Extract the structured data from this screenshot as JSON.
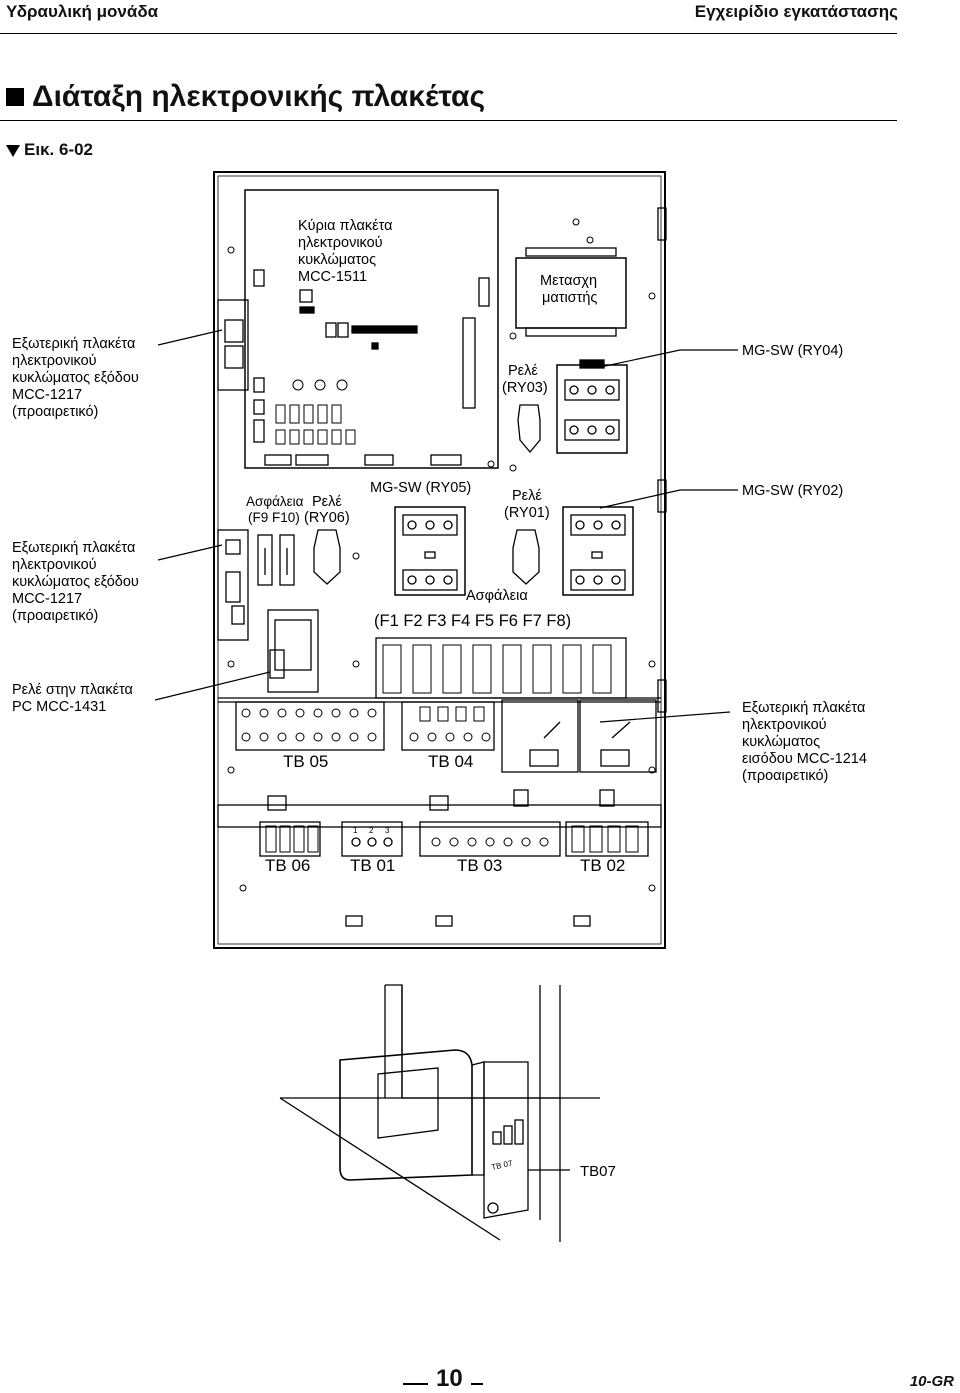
{
  "header": {
    "left": "Υδραυλική μονάδα",
    "right": "Εγχειρίδιο εγκατάστασης"
  },
  "section_title": "Διάταξη ηλεκτρονικής πλακέτας",
  "figure_label": "Εικ. 6-02",
  "labels": {
    "main_pcb": [
      "Κύρια πλακέτα",
      "ηλεκτρονικού",
      "κυκλώματος",
      "MCC-1511"
    ],
    "transformer": [
      "Μετασχη",
      "ματιστής"
    ],
    "ext_out_1": [
      "Εξωτερική πλακέτα",
      "ηλεκτρονικού",
      "κυκλώματος εξόδου",
      "MCC-1217",
      "(προαιρετικό)"
    ],
    "ext_out_2": [
      "Εξωτερική πλακέτα",
      "ηλεκτρονικού",
      "κυκλώματος εξόδου",
      "MCC-1217",
      "(προαιρετικό)"
    ],
    "mgsw_ry04": "MG-SW (RY04)",
    "relay_ry03": [
      "Ρελέ",
      "(RY03)"
    ],
    "fuse_f9f10": [
      "Ασφάλεια",
      "(F9 F10)"
    ],
    "relay_ry06": [
      "Ρελέ",
      "(RY06)"
    ],
    "mgsw_ry05": "MG-SW (RY05)",
    "relay_ry01": [
      "Ρελέ",
      "(RY01)"
    ],
    "mgsw_ry02": "MG-SW (RY02)",
    "fuse": "Ασφάλεια",
    "fuse_list": "(F1  F2  F3  F4  F5  F6  F7  F8)",
    "pc_relay": [
      "Ρελέ στην πλακέτα",
      "PC MCC-1431"
    ],
    "ext_in": [
      "Εξωτερική πλακέτα",
      "ηλεκτρονικού",
      "κυκλώματος",
      "εισόδου MCC-1214",
      "(προαιρετικό)"
    ],
    "tb05": "TB 05",
    "tb04": "TB 04",
    "tb06": "TB 06",
    "tb01": "TB 01",
    "tb03": "TB 03",
    "tb02": "TB 02",
    "tb01_terms": [
      "1",
      "2",
      "3"
    ],
    "tb07": "TB07",
    "tb07_small": "TB 07"
  },
  "footer": {
    "page": "10",
    "code": "10-GR"
  }
}
